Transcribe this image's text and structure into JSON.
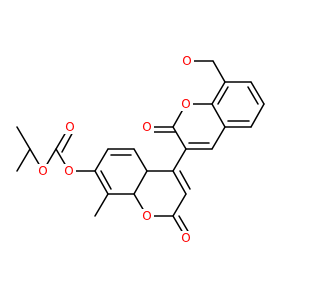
{
  "molecule": {
    "colors": {
      "bond": "#000000",
      "oxygen": "#ff0000",
      "background": "#ffffff"
    },
    "atom_labels": {
      "o_methoxy": "O",
      "o_ring_top": "O",
      "o_carbonyl_top": "O",
      "o_ring_bottom": "O",
      "o_carbonyl_bottom": "O",
      "o_ether": "O",
      "o_ester_single": "O",
      "o_ester_carbonyl": "O"
    }
  }
}
